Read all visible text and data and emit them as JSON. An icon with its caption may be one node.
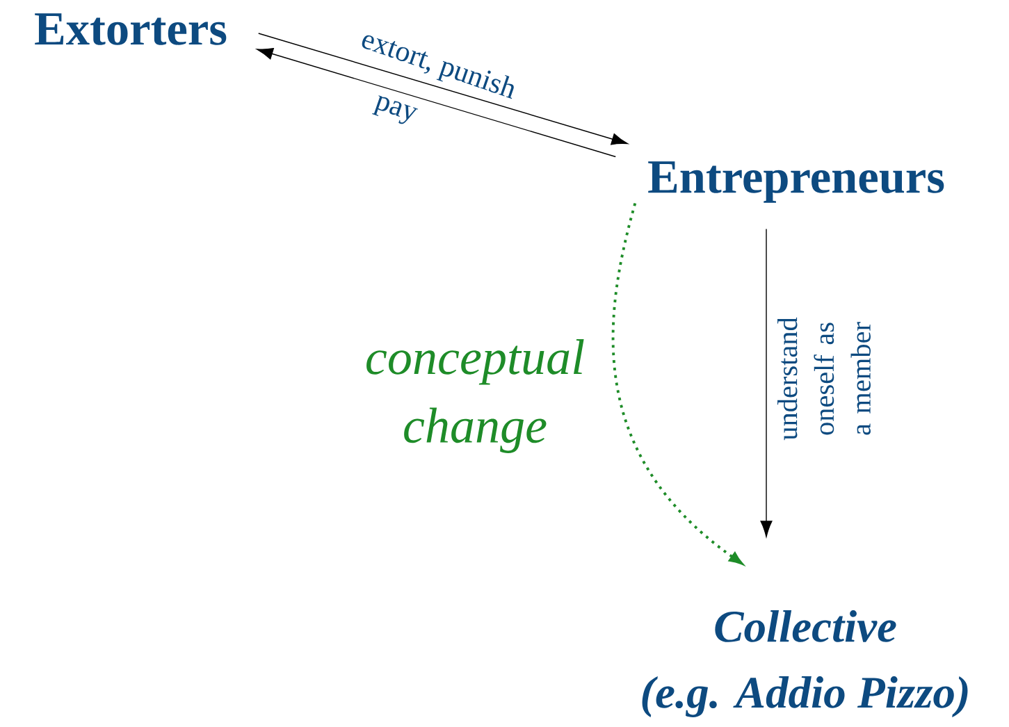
{
  "diagram": {
    "nodes": [
      {
        "text": [
          "Extorters"
        ]
      },
      {
        "text": [
          "Entrepreneurs"
        ]
      },
      {
        "text": [
          "Collective",
          "(e.g. Addio Pizzo)"
        ]
      }
    ],
    "edges": [
      {
        "from": 0,
        "to": 1,
        "arrow": "to",
        "label": "extort, punish"
      },
      {
        "from": 1,
        "to": 0,
        "arrow": "to",
        "label": "pay"
      },
      {
        "from": 1,
        "to": 2,
        "arrow": "to",
        "label": "understand oneself as a member"
      },
      {
        "from": 1,
        "to": 2,
        "arrow": "to",
        "label": "conceptual change",
        "style": "dashed",
        "color": "#1e8c28"
      }
    ]
  }
}
